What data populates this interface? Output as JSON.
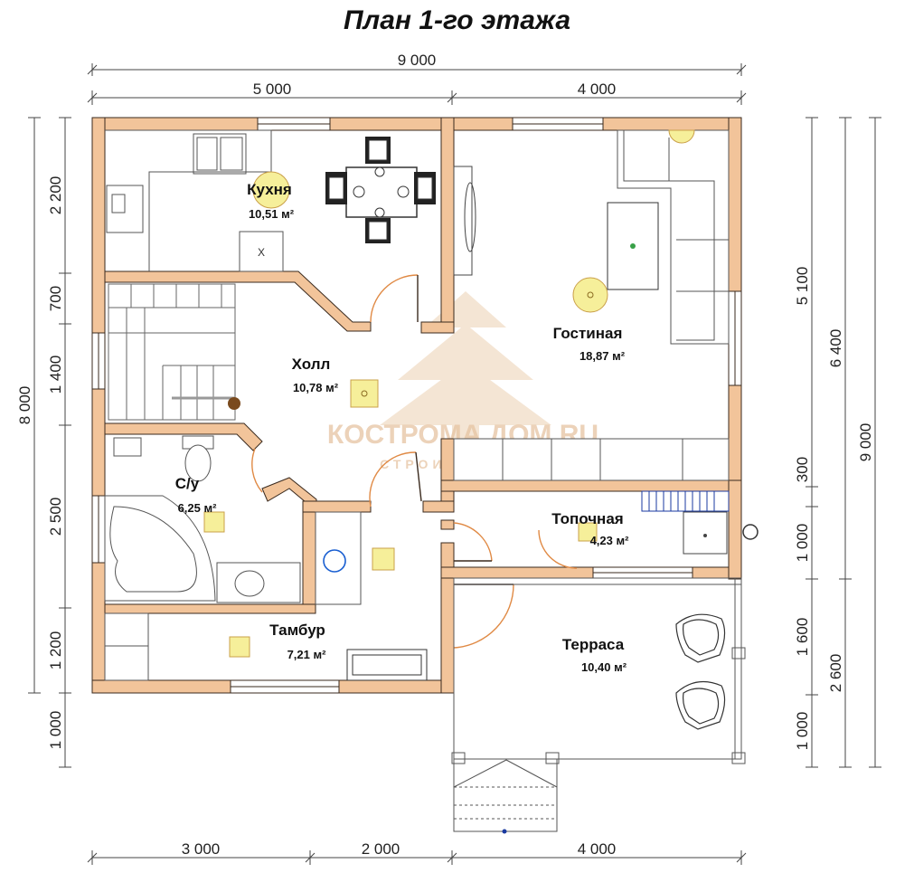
{
  "title": "План 1-го этажа",
  "colors": {
    "wall": "#f2c49a",
    "wall_stroke": "#3a2a1e",
    "dim_line": "#444444",
    "watermark": "#e9c9a8",
    "lamp": "#f6ef9a"
  },
  "dimensions": {
    "top_total": "9 000",
    "top_left": "5 000",
    "top_right": "4 000",
    "bottom": [
      "3 000",
      "2 000",
      "4 000"
    ],
    "left_total": "8 000",
    "left": [
      "2 200",
      "700",
      "1 400",
      "2 500",
      "1 200",
      "1 000"
    ],
    "right_inner": [
      "5 100",
      "300",
      "1 000",
      "1 600",
      "1 000"
    ],
    "right_mid": [
      "6 400",
      "2 600"
    ],
    "right_total": "9 000"
  },
  "rooms": {
    "kitchen": {
      "name": "Кухня",
      "area": "10,51 м²"
    },
    "hall": {
      "name": "Холл",
      "area": "10,78 м²"
    },
    "living": {
      "name": "Гостиная",
      "area": "18,87 м²"
    },
    "bath": {
      "name": "С/у",
      "area": "6,25 м²"
    },
    "boiler": {
      "name": "Топочная",
      "area": "4,23 м²"
    },
    "vestibule": {
      "name": "Тамбур",
      "area": "7,21 м²"
    },
    "terrace": {
      "name": "Терраса",
      "area": "10,40 м²"
    }
  },
  "furniture": {
    "stove_mark": "X"
  },
  "watermark": {
    "line1": "КОСТРОМА ДОМ.RU",
    "line2": "СТРОИТЕЛЬСТВО"
  }
}
